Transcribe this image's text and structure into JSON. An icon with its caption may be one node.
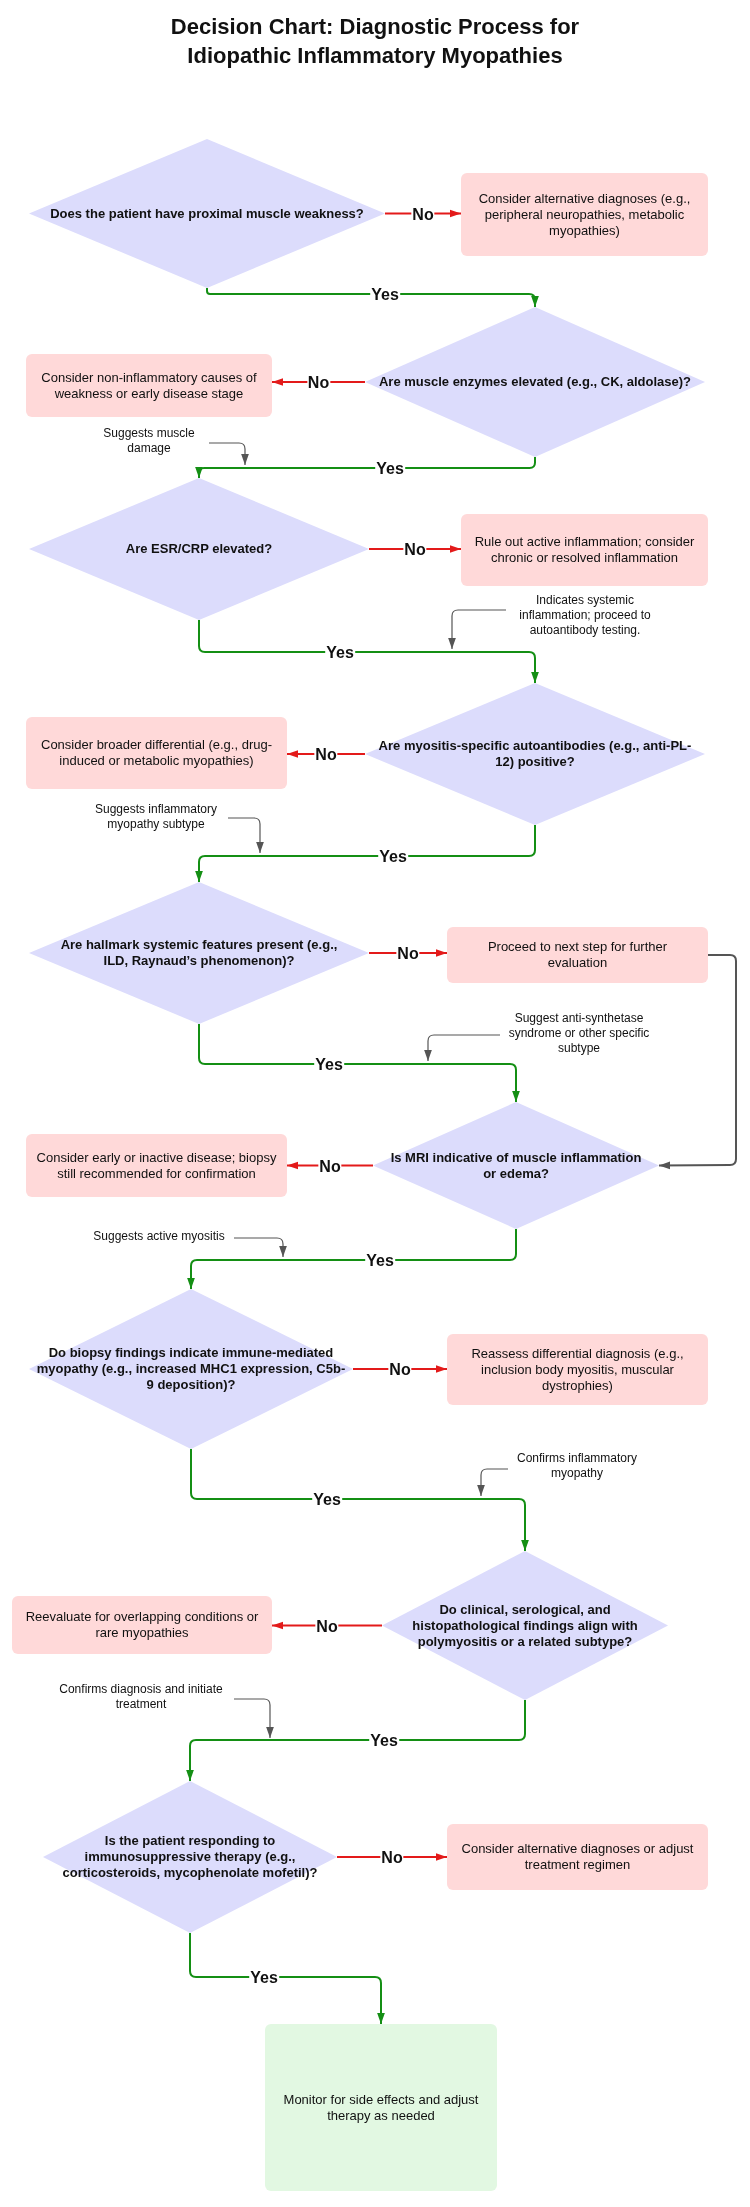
{
  "diagram": {
    "title": "Decision Chart: Diagnostic Process for Idiopathic Inflammatory Myopathies",
    "nodes": [
      {
        "text": [
          "Does the patient have proximal muscle weakness?"
        ]
      },
      {
        "text": [
          "Consider alternative diagnoses (e.g., peripheral neuropathies, metabolic myopathies)"
        ]
      },
      {
        "text": [
          "Are muscle enzymes elevated (e.g., CK, aldolase)?"
        ]
      },
      {
        "text": [
          "Consider non-inflammatory causes of weakness or early disease stage"
        ]
      },
      {
        "text": [
          "Suggests muscle damage"
        ]
      },
      {
        "text": [
          "Are ESR/CRP elevated?"
        ]
      },
      {
        "text": [
          "Rule out active inflammation; consider chronic or resolved inflammation"
        ]
      },
      {
        "text": [
          "Indicates systemic inflammation; proceed to autoantibody testing."
        ]
      },
      {
        "text": [
          "Are myositis-specific autoantibodies (e.g., anti-PL-12) positive?"
        ]
      },
      {
        "text": [
          "Consider broader differential (e.g., drug-induced or metabolic myopathies)"
        ]
      },
      {
        "text": [
          "Suggests inflammatory myopathy subtype"
        ]
      },
      {
        "text": [
          "Are hallmark systemic features present (e.g., ILD, Raynaud’s phenomenon)?"
        ]
      },
      {
        "text": [
          "Proceed to next step for further evaluation"
        ]
      },
      {
        "text": [
          "Suggest anti-synthetase syndrome or other specific subtype"
        ]
      },
      {
        "text": [
          "Is MRI indicative of muscle inflammation or edema?"
        ]
      },
      {
        "text": [
          "Consider early or inactive disease; biopsy still recommended for confirmation"
        ]
      },
      {
        "text": [
          "Suggests active myositis"
        ]
      },
      {
        "text": [
          "Do biopsy findings indicate immune-mediated myopathy (e.g., increased MHC1 expression, C5b-9 deposition)?"
        ]
      },
      {
        "text": [
          "Reassess differential diagnosis (e.g., inclusion body myositis, muscular dystrophies)"
        ]
      },
      {
        "text": [
          "Confirms inflammatory myopathy"
        ]
      },
      {
        "text": [
          "Do clinical, serological, and histopathological findings align with polymyositis or a related subtype?"
        ]
      },
      {
        "text": [
          "Reevaluate for overlapping conditions or rare myopathies"
        ]
      },
      {
        "text": [
          "Confirms diagnosis and initiate treatment"
        ]
      },
      {
        "text": [
          "Is the patient responding to immunosuppressive therapy (e.g., corticosteroids, mycophenolate mofetil)?"
        ]
      },
      {
        "text": [
          "Consider alternative diagnoses or adjust treatment regimen"
        ]
      },
      {
        "text": [
          "Monitor for side effects and adjust therapy as needed"
        ]
      }
    ],
    "edges": [
      {
        "from": 0,
        "to": 1,
        "arrow": "to",
        "label": "No",
        "color": "#e31a1a"
      },
      {
        "from": 0,
        "to": 2,
        "arrow": "to",
        "label": "Yes",
        "color": "#148f14"
      },
      {
        "from": 2,
        "to": 3,
        "arrow": "to",
        "label": "No",
        "color": "#e31a1a"
      },
      {
        "from": 2,
        "to": 5,
        "arrow": "to",
        "label": "Yes",
        "color": "#148f14"
      },
      {
        "from": 4,
        "to": null,
        "arrow": "to",
        "color": "#555555"
      },
      {
        "from": 5,
        "to": 6,
        "arrow": "to",
        "label": "No",
        "color": "#e31a1a"
      },
      {
        "from": 5,
        "to": 8,
        "arrow": "to",
        "label": "Yes",
        "color": "#148f14"
      },
      {
        "from": 7,
        "to": null,
        "arrow": "to",
        "color": "#555555"
      },
      {
        "from": 8,
        "to": 9,
        "arrow": "to",
        "label": "No",
        "color": "#e31a1a"
      },
      {
        "from": 8,
        "to": 11,
        "arrow": "to",
        "label": "Yes",
        "color": "#148f14"
      },
      {
        "from": 10,
        "to": null,
        "arrow": "to",
        "color": "#555555"
      },
      {
        "from": 11,
        "to": 12,
        "arrow": "to",
        "label": "No",
        "color": "#e31a1a"
      },
      {
        "from": 11,
        "to": 14,
        "arrow": "to",
        "label": "Yes",
        "color": "#148f14"
      },
      {
        "from": 12,
        "to": 14,
        "arrow": "to",
        "color": "#555555"
      },
      {
        "from": 13,
        "to": null,
        "arrow": "to",
        "color": "#555555"
      },
      {
        "from": 14,
        "to": 15,
        "arrow": "to",
        "label": "No",
        "color": "#e31a1a"
      },
      {
        "from": 14,
        "to": 17,
        "arrow": "to",
        "label": "Yes",
        "color": "#148f14"
      },
      {
        "from": 16,
        "to": null,
        "arrow": "to",
        "color": "#555555"
      },
      {
        "from": 17,
        "to": 18,
        "arrow": "to",
        "label": "No",
        "color": "#e31a1a"
      },
      {
        "from": 17,
        "to": 20,
        "arrow": "to",
        "label": "Yes",
        "color": "#148f14"
      },
      {
        "from": 19,
        "to": null,
        "arrow": "to",
        "color": "#555555"
      },
      {
        "from": 20,
        "to": 21,
        "arrow": "to",
        "label": "No",
        "color": "#e31a1a"
      },
      {
        "from": 20,
        "to": 23,
        "arrow": "to",
        "label": "Yes",
        "color": "#148f14"
      },
      {
        "from": 22,
        "to": null,
        "arrow": "to",
        "color": "#555555"
      },
      {
        "from": 23,
        "to": 24,
        "arrow": "to",
        "label": "No",
        "color": "#e31a1a"
      },
      {
        "from": 23,
        "to": 25,
        "arrow": "to",
        "label": "Yes",
        "color": "#148f14"
      }
    ]
  }
}
